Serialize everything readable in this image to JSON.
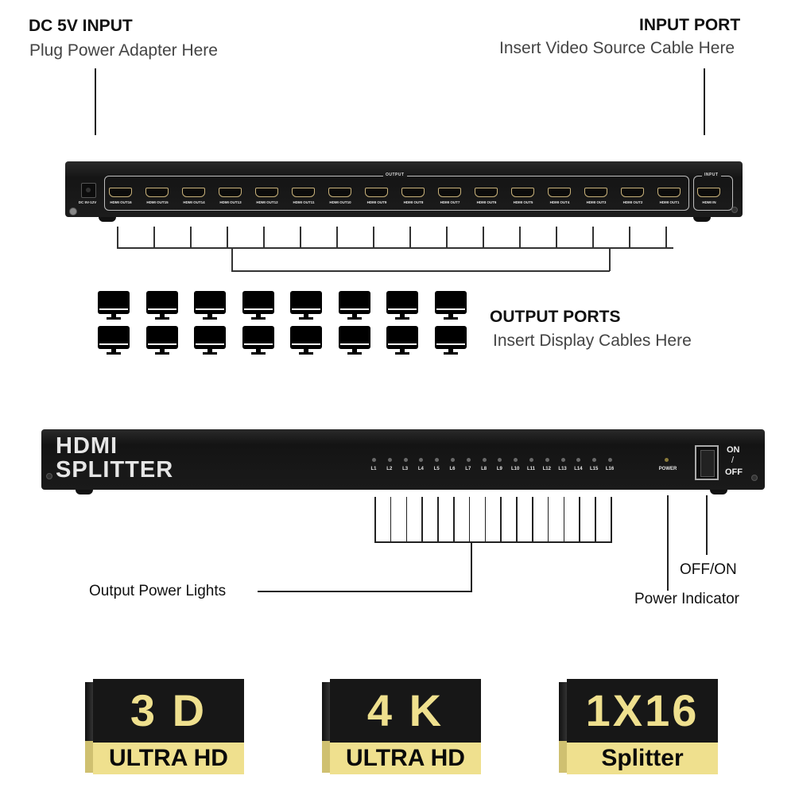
{
  "annotations": {
    "dc_input": {
      "title": "DC 5V INPUT",
      "subtitle": "Plug Power Adapter Here"
    },
    "input_port": {
      "title": "INPUT PORT",
      "subtitle": "Insert Video Source Cable Here"
    },
    "output_ports": {
      "title": "OUTPUT PORTS",
      "subtitle": "Insert Display Cables Here"
    },
    "output_power_lights": {
      "label": "Output Power Lights"
    },
    "off_on": {
      "label": "OFF/ON"
    },
    "power_indicator": {
      "label": "Power Indicator"
    }
  },
  "rear_panel": {
    "dc_label": "DC 5V-12V",
    "output_frame_label": "OUTPUT",
    "input_frame_label": "INPUT",
    "ports": [
      "HDMI OUT16",
      "HDMI OUT15",
      "HDMI OUT14",
      "HDMI OUT13",
      "HDMI OUT12",
      "HDMI OUT11",
      "HDMI OUT10",
      "HDMI OUT9",
      "HDMI OUT8",
      "HDMI OUT7",
      "HDMI OUT6",
      "HDMI OUT5",
      "HDMI OUT4",
      "HDMI OUT3",
      "HDMI OUT2",
      "HDMI OUT1"
    ],
    "input_port_label": "HDMI IN"
  },
  "front_panel": {
    "brand_line1": "HDMI",
    "brand_line2": "SPLITTER",
    "leds": [
      "L1",
      "L2",
      "L3",
      "L4",
      "L5",
      "L6",
      "L7",
      "L8",
      "L9",
      "L10",
      "L11",
      "L12",
      "L13",
      "L14",
      "L15",
      "L16"
    ],
    "power_label": "POWER",
    "switch_on": "ON",
    "switch_off": "OFF",
    "switch_sep": "/"
  },
  "monitors": {
    "count": 16,
    "rows": 2,
    "per_row": 8
  },
  "badges": [
    {
      "big": "3 D",
      "small": "ULTRA HD"
    },
    {
      "big": "4 K",
      "small": "ULTRA HD"
    },
    {
      "big": "1X16",
      "small": "Splitter"
    }
  ],
  "colors": {
    "badge_gold": "#efe08e",
    "device_black": "#1a1a1a",
    "port_gold": "#c9b27a"
  }
}
